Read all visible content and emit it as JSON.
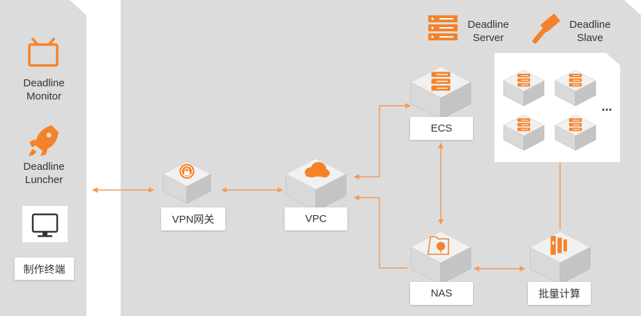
{
  "legend": {
    "server_label_line1": "Deadline",
    "server_label_line2": "Server",
    "slave_label_line1": "Deadline",
    "slave_label_line2": "Slave"
  },
  "sidebar": {
    "monitor_line1": "Deadline",
    "monitor_line2": "Monitor",
    "launcher_line1": "Deadline",
    "launcher_line2": "Luncher",
    "terminal_label": "制作终端"
  },
  "nodes": {
    "vpn": "VPN网关",
    "vpc": "VPC",
    "ecs": "ECS",
    "nas": "NAS",
    "batch": "批量计算"
  },
  "slave_pool_more": "...",
  "colors": {
    "accent": "#f5822a",
    "line": "#f59a55",
    "panel": "#dcdcdc",
    "cube_top": "#f1f1f1",
    "cube_left": "#d9d9d9",
    "cube_right": "#c4c4c4"
  }
}
